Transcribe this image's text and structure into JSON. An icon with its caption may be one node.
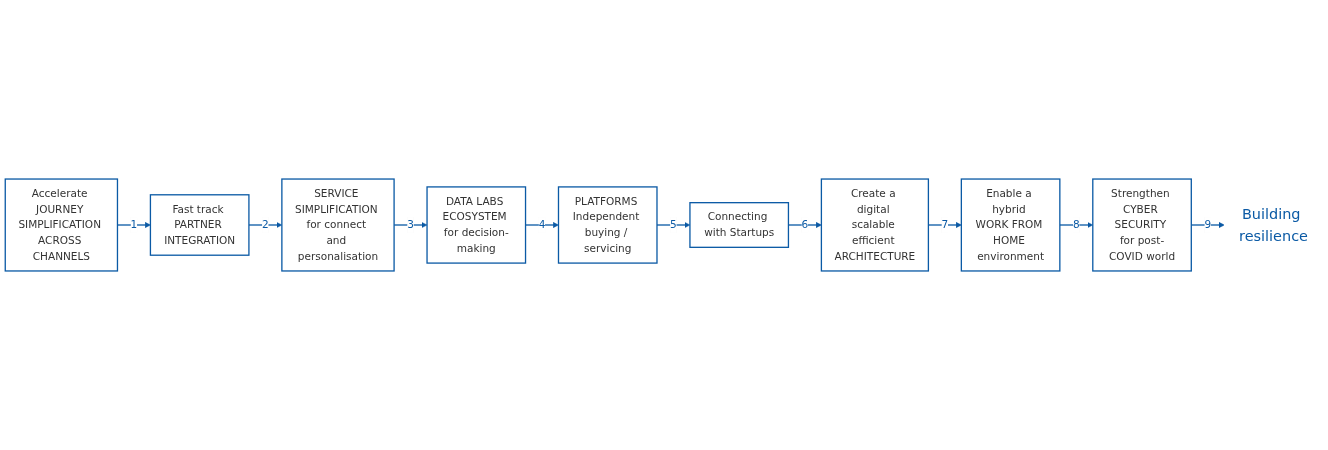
{
  "diagram": {
    "nodes": [
      {
        "text": [
          "Accelerate JOURNEY SIMPLIFICATION ACROSS CHANNELS"
        ]
      },
      {
        "text": [
          "Fast track PARTNER INTEGRATION"
        ]
      },
      {
        "text": [
          "SERVICE SIMPLIFICATION for connect and personalisation"
        ]
      },
      {
        "text": [
          "DATA LABS ECOSYSTEM for decision-making"
        ]
      },
      {
        "text": [
          "PLATFORMS Independent buying / servicing"
        ]
      },
      {
        "text": [
          "Connecting with Startups"
        ]
      },
      {
        "text": [
          "Create a digital scalable efficient ARCHITECTURE"
        ]
      },
      {
        "text": [
          "Enable a hybrid WORK FROM HOME environment"
        ]
      },
      {
        "text": [
          "Strengthen CYBER SECURITY for post-COVID world"
        ]
      },
      {
        "text": [
          "Building resilience"
        ]
      }
    ],
    "edges": [
      {
        "from": 0,
        "to": 1,
        "arrow": "to",
        "label": "1"
      },
      {
        "from": 1,
        "to": 2,
        "arrow": "to",
        "label": "2"
      },
      {
        "from": 2,
        "to": 3,
        "arrow": "to",
        "label": "3"
      },
      {
        "from": 3,
        "to": 4,
        "arrow": "to",
        "label": "4"
      },
      {
        "from": 4,
        "to": 5,
        "arrow": "to",
        "label": "5"
      },
      {
        "from": 5,
        "to": 6,
        "arrow": "to",
        "label": "6"
      },
      {
        "from": 6,
        "to": 7,
        "arrow": "to",
        "label": "7"
      },
      {
        "from": 7,
        "to": 8,
        "arrow": "to",
        "label": "8"
      },
      {
        "from": 8,
        "to": 9,
        "arrow": "to",
        "label": "9"
      }
    ]
  }
}
